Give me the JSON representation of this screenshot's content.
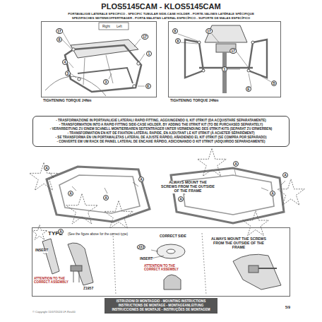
{
  "diagram": {
    "title": "PLOS5145CAM - KLOS5145CAM",
    "nodes": [
      {
        "text": [
          "TIGHTENING TORQUE 24Nm"
        ]
      },
      {
        "text": [
          "TIGHTENING TORQUE 24Nm"
        ]
      },
      {
        "text": [
          "- TRASFORMAZIONE IN PORTAVALIGIE LATERALI RAPID FITTING, AGGIUNGENDO IL KIT 0TRKIT (DA ACQUISTARE SEPARATAMENTE)",
          "- TRANSFORMATION INTO A RAPID FITTING SIDE-CASE HOLDER, BY ADDING THE 0TRKIT KIT (TO BE PURCHASED SEPARATELY)",
          "- VERARBEITUNG ZU EINEM SCHNELL MONTIERBAREN SEITENTRÄGER UNTER VERWENDUNG DES 0TRKIT-KITS (SEPARAT ZU ERWERBEN)",
          "- TRANSFORMATION EN KIT DE FIXATION LATÉRAL RAPIDE, EN AJOUTANT LE KIT 0TRKIT (À ACHETER SÉPARÉMENT)",
          "- SE TRANSFORMA EN UN PORTAMALETAS LATERAL DE AJUSTE RÁPIDO, AÑADIENDO EL KIT 0TRKIT (SE COMPRA POR SEPARADO)",
          "- CONVERTE EM UM RACK DE PAINEL LATERAL DE ENCAIXE RÁPIDO, ADICIONANDO O KIT 0TRKIT (ADQUIRIDO SEPARADAMENTE)"
        ]
      },
      {
        "text": [
          "TYPE",
          "(See the figure above for the correct type)"
        ]
      },
      {
        "text": [
          "ISTRUZIONI DI MONTAGGIO - MOUNTING INSTRUCTIONS",
          "INSTRUCTIONS DE MONTAGE - MONTAGEANLEITUNG",
          "INSTRUCCIONES DE MONTAJE - INSTRUÇÕES DE MONTAGEM"
        ]
      }
    ],
    "labels": [
      "PORTAVALIGIE LATERALE SPECIFICO - SPECIFIC TUBULAR SIDE-CASE HOLDER - PORTE-VALISES LATÉRALE SPÉCIFIQUE",
      "SPEZIFISCHES SEITENKOFFERTRÄGER - PORTA MALETAS LATERAL ESPECÍFICO - SUPORTE DE MALAS ESPECÍFICO",
      "17",
      "8",
      "Right",
      "Left",
      "17",
      "1",
      "4",
      "3",
      "3",
      "E",
      "8",
      "8",
      "17",
      "17",
      "1",
      "D",
      "E",
      "A",
      "A",
      "A",
      "A",
      "A",
      "A",
      "A",
      "A",
      "ALWAYS MOUNT THE SCREWS FROM THE OUTSIDE OF THE FRAME",
      "A",
      "INSERT",
      "ATTENTION TO THE CORRECT ASSEMBLY",
      "Z1957",
      "CORRECT SIDE",
      "222",
      "INSERT",
      "ATTENTION TO THE CORRECT ASSEMBLY",
      "ALWAYS MOUNT THE SCREWS FROM THE OUTSIDE OF THE FRAME",
      "© Copyright 11/07/2024 LF-Rev00",
      "5/9"
    ]
  }
}
